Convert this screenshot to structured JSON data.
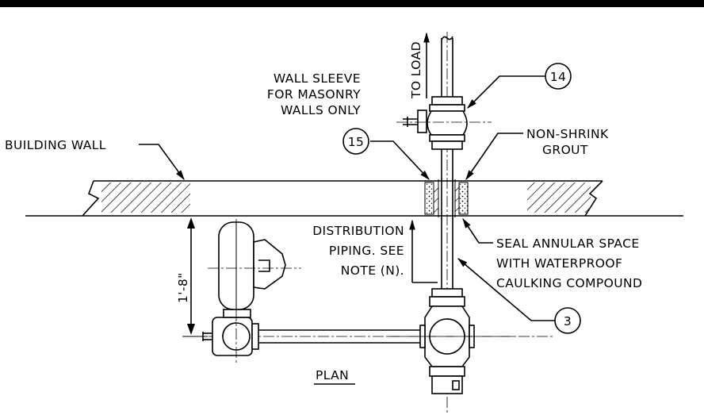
{
  "labels": {
    "to_load": "TO LOAD",
    "wall_sleeve": [
      "WALL SLEEVE",
      "FOR MASONRY",
      "WALLS ONLY"
    ],
    "building_wall": "BUILDING WALL",
    "non_shrink_grout": [
      "NON-SHRINK",
      "GROUT"
    ],
    "distribution_piping": [
      "DISTRIBUTION",
      "PIPING. SEE",
      "NOTE (N)."
    ],
    "seal_annular": [
      "SEAL ANNULAR SPACE",
      "WITH WATERPROOF",
      "CAULKING COMPOUND"
    ],
    "dimension": "1'-8\"",
    "view_title": "PLAN"
  },
  "callouts": {
    "c14": "14",
    "c15": "15",
    "c3": "3"
  }
}
